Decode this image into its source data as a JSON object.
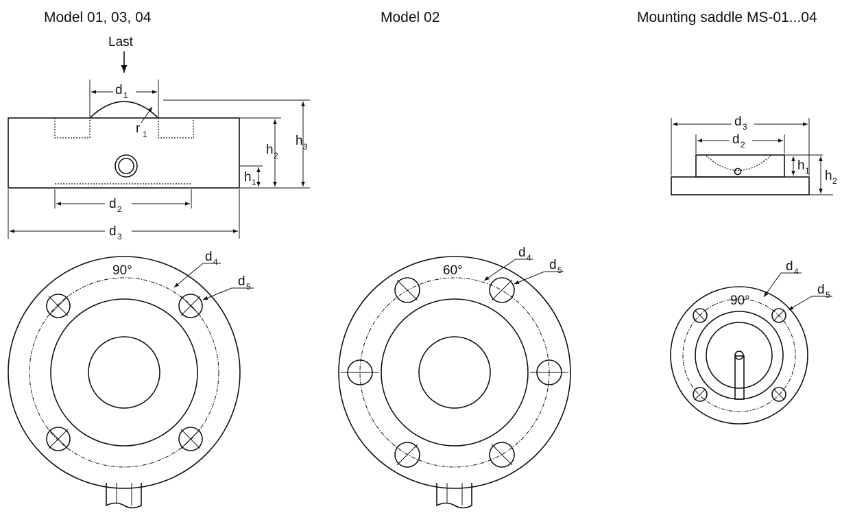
{
  "titles": {
    "model_01_03_04": "Model 01, 03, 04",
    "model_02": "Model 02",
    "mounting_saddle": "Mounting saddle MS-01...04"
  },
  "load_label": "Last",
  "dimensions": {
    "d": "d",
    "h": "h",
    "r": "r",
    "sub_1": "1",
    "sub_2": "2",
    "sub_3": "3",
    "sub_4": "4",
    "sub_5": "5"
  },
  "angles": {
    "model_01": "90°",
    "model_02": "60°",
    "saddle": "90°"
  },
  "colors": {
    "line": "#111111",
    "background": "#ffffff"
  }
}
